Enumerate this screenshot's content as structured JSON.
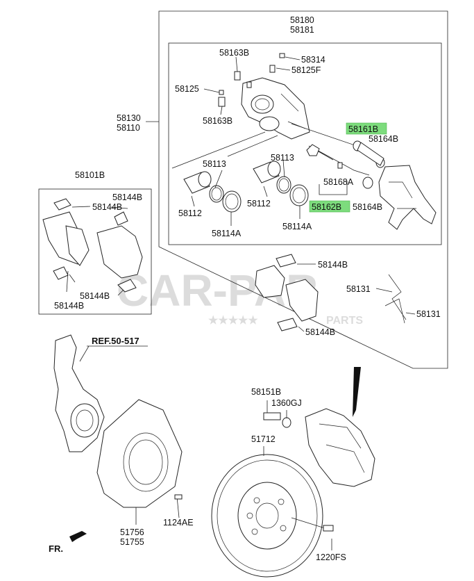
{
  "labels": {
    "l58180": "58180",
    "l58181": "58181",
    "l58163B_a": "58163B",
    "l58314": "58314",
    "l58125F": "58125F",
    "l58125": "58125",
    "l58163B_b": "58163B",
    "l58130": "58130",
    "l58110": "58110",
    "l58161B": "58161B",
    "l58164B_a": "58164B",
    "l58113_a": "58113",
    "l58113_b": "58113",
    "l58168A": "58168A",
    "l58112_a": "58112",
    "l58112_b": "58112",
    "l58162B": "58162B",
    "l58164B_b": "58164B",
    "l58114A_a": "58114A",
    "l58114A_b": "58114A",
    "l58101B": "58101B",
    "l58144B_1": "58144B",
    "l58144B_2": "58144B",
    "l58144B_3": "58144B",
    "l58144B_4": "58144B",
    "l58144B_5": "58144B",
    "l58144B_6": "58144B",
    "l58131_a": "58131",
    "l58131_b": "58131",
    "ref": "REF.50-517",
    "l58151B": "58151B",
    "l1360GJ": "1360GJ",
    "l51712": "51712",
    "l51756": "51756",
    "l51755": "51755",
    "l1124AE": "1124AE",
    "l1220FS": "1220FS",
    "fr": "FR."
  },
  "watermark": {
    "main": "CAR-PAR",
    "sub": "PARTS"
  },
  "colors": {
    "highlight": "#7ddc7d",
    "line": "#222222",
    "watermark": "#d9d9d9"
  }
}
